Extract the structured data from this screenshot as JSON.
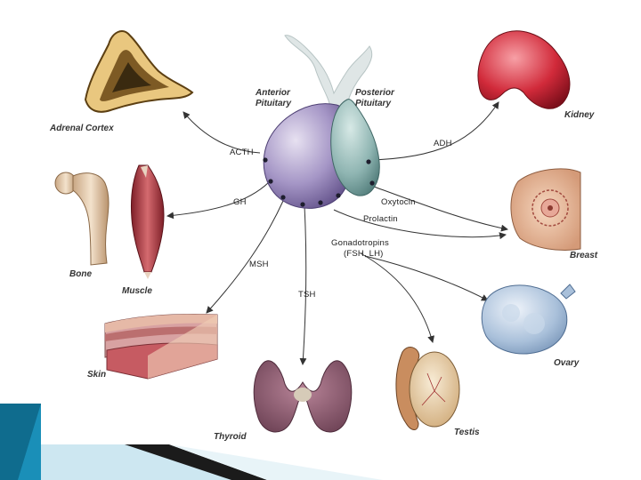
{
  "pituitary": {
    "anterior": [
      "Anterior",
      "Pituitary"
    ],
    "posterior": [
      "Posterior",
      "Pituitary"
    ]
  },
  "hormones": {
    "acth": "ACTH",
    "gh": "GH",
    "msh": "MSH",
    "tsh": "TSH",
    "adh": "ADH",
    "oxytocin": "Oxytocin",
    "prolactin": "Prolactin",
    "gonadotropins": [
      "Gonadotropins",
      "(FSH, LH)"
    ]
  },
  "organs": {
    "adrenal": "Adrenal Cortex",
    "bone": "Bone",
    "muscle": "Muscle",
    "skin": "Skin",
    "thyroid": "Thyroid",
    "kidney": "Kidney",
    "breast": "Breast",
    "ovary": "Ovary",
    "testis": "Testis"
  },
  "colors": {
    "anterior": "#8c7bb0",
    "posterior": "#7fa5a3",
    "arrow": "#333333",
    "accent": "#1a8fb8"
  }
}
